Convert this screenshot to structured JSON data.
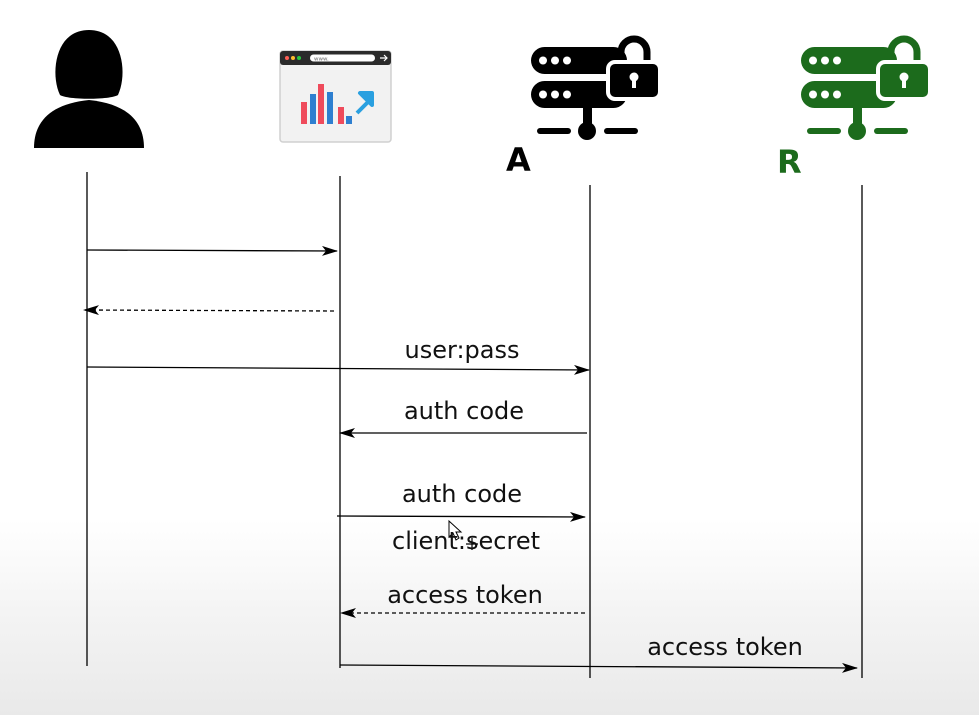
{
  "colors": {
    "user": "#000000",
    "auth_server": "#000000",
    "resource_server": "#1c6b1c",
    "chart_bars": [
      "#ef4b5c",
      "#2e7fd0",
      "#ef4b5c",
      "#2e7fd0",
      "#ef4b5c",
      "#2e7fd0"
    ],
    "arrow_accent": "#2aa0e0"
  },
  "actors": [
    {
      "id": "user",
      "icon": "user-silhouette-icon",
      "label": ""
    },
    {
      "id": "client",
      "icon": "browser-analytics-icon",
      "label": "",
      "url_text": "www."
    },
    {
      "id": "auth_server",
      "icon": "locked-server-icon",
      "label": "A"
    },
    {
      "id": "resource_server",
      "icon": "locked-server-icon",
      "label": "R"
    }
  ],
  "messages": [
    {
      "from": "user",
      "to": "client",
      "style": "solid",
      "lines": []
    },
    {
      "from": "client",
      "to": "user",
      "style": "dashed",
      "lines": []
    },
    {
      "from": "user",
      "to": "auth_server",
      "style": "solid",
      "lines": [
        "user:pass"
      ]
    },
    {
      "from": "auth_server",
      "to": "client",
      "style": "solid",
      "lines": [
        "auth code"
      ]
    },
    {
      "from": "client",
      "to": "auth_server",
      "style": "solid",
      "lines": [
        "auth code",
        "client:secret"
      ]
    },
    {
      "from": "auth_server",
      "to": "client",
      "style": "dashed",
      "lines": [
        "access token"
      ]
    },
    {
      "from": "client",
      "to": "resource_server",
      "style": "solid",
      "lines": [
        "access token"
      ]
    }
  ]
}
